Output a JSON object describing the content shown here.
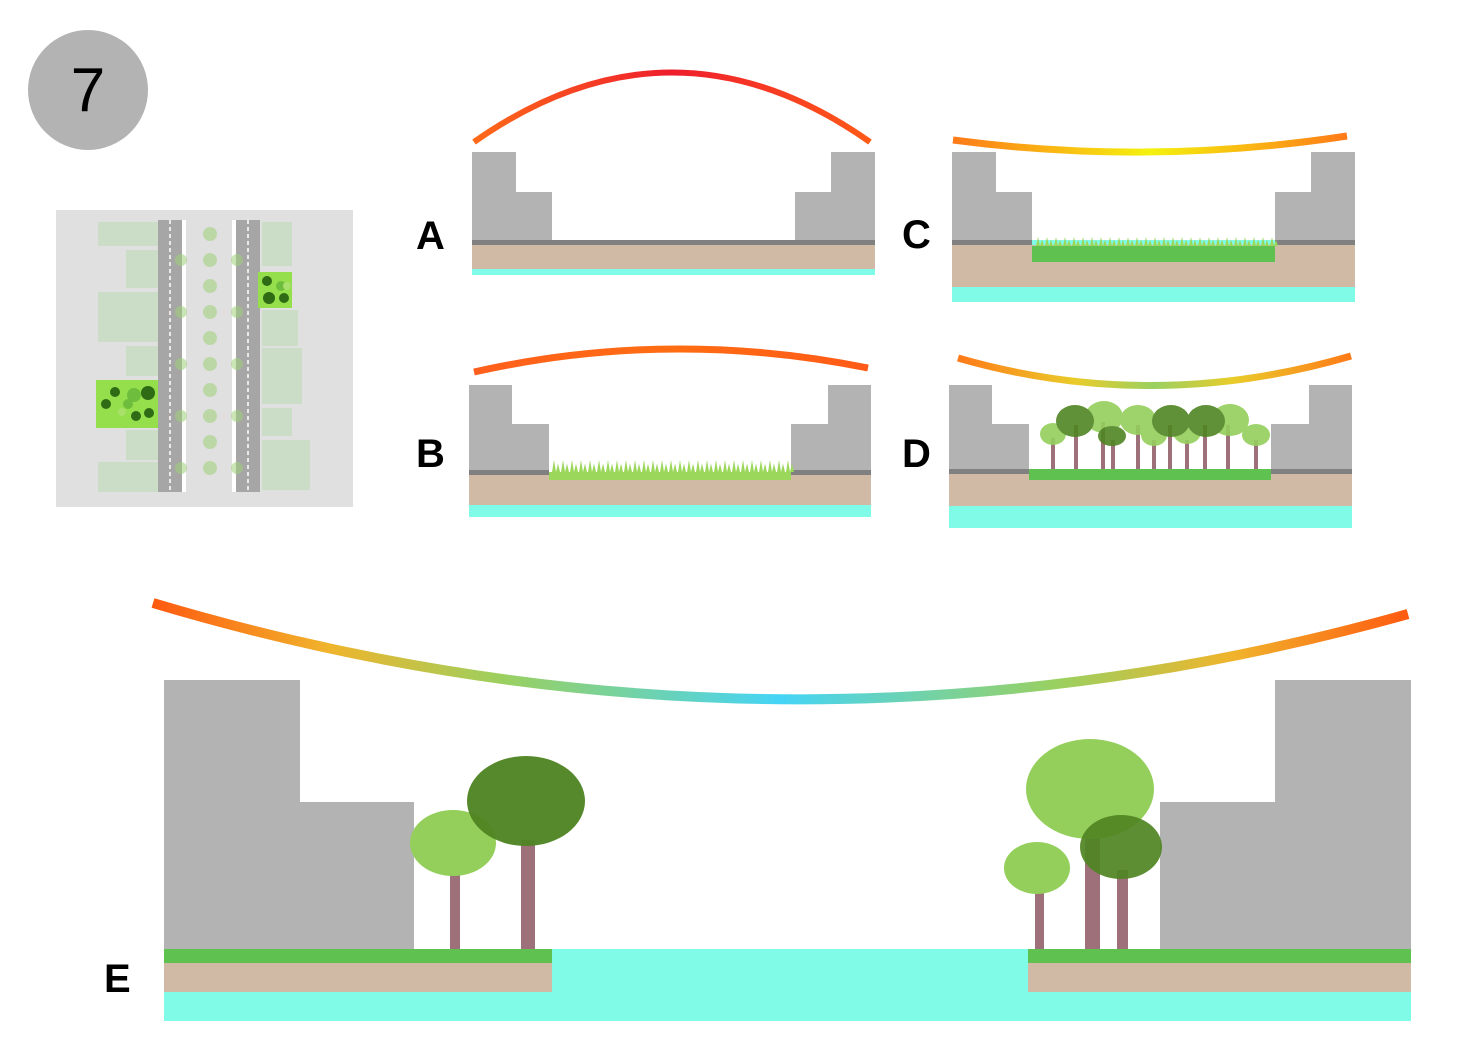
{
  "step": {
    "number": "7"
  },
  "panels": {
    "A": {
      "label": "A"
    },
    "B": {
      "label": "B"
    },
    "C": {
      "label": "C"
    },
    "D": {
      "label": "D"
    },
    "E": {
      "label": "E"
    }
  },
  "colors": {
    "building": "#b3b3b3",
    "road_surface": "#808080",
    "soil": "#d0baa5",
    "groundwater": "#7ffbe8",
    "grass_light": "#9bd75a",
    "grass_green": "#5fc150",
    "tree_light": "#94cf5b",
    "tree_dark": "#4f8422",
    "trunk": "#9e707a",
    "heat_hot": "#ee2b2b",
    "heat_warm": "#ff6a18",
    "heat_yellow": "#f4f20e",
    "heat_green": "#9ad060",
    "heat_cool": "#45d4f7",
    "plan_background": "#e0e0e0",
    "plan_block": "#cbdcc7",
    "plan_park": "#94df4b"
  },
  "icons": [
    "step-number-badge",
    "site-plan-thumbnail",
    "heat-arc",
    "building-block",
    "tree",
    "grass"
  ]
}
